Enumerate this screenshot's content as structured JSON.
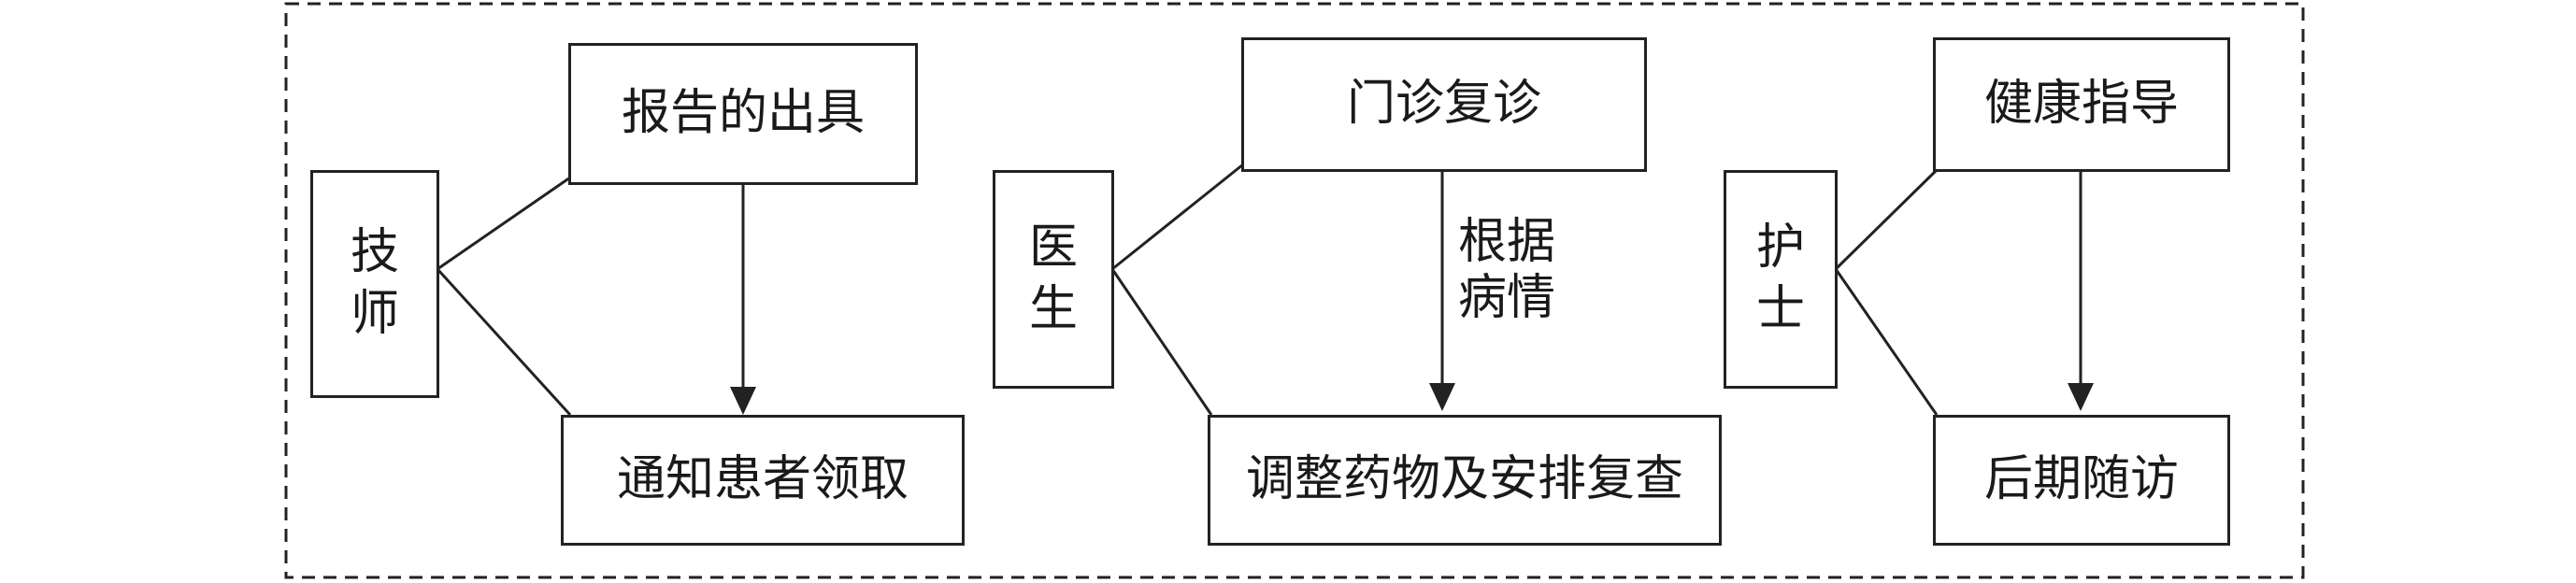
{
  "groups": [
    {
      "role": "技师",
      "top": "报告的出具",
      "bottom": "通知患者领取",
      "arrow_label": ""
    },
    {
      "role": "医生",
      "top": "门诊复诊",
      "bottom": "调整药物及安排复查",
      "arrow_label": [
        "根据",
        "病情"
      ]
    },
    {
      "role": "护士",
      "top": "健康指导",
      "bottom": "后期随访",
      "arrow_label": ""
    }
  ],
  "colors": {
    "stroke": "#222222",
    "background": "#ffffff"
  }
}
